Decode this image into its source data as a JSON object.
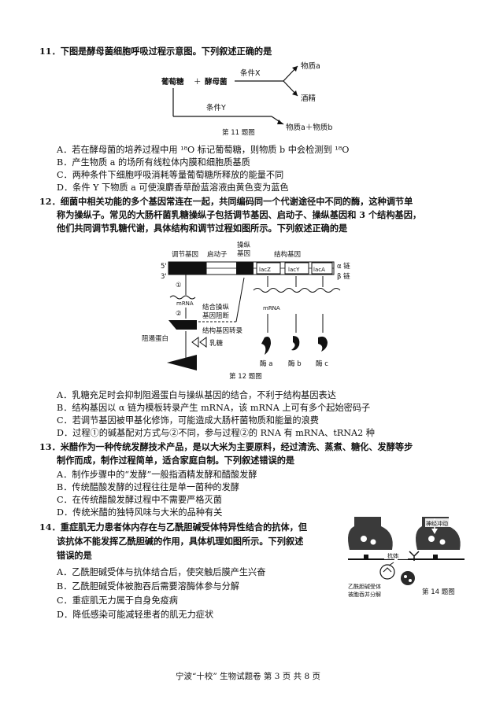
{
  "q11": {
    "stem": "11．下图是酵母菌细胞呼吸过程示意图。下列叙述正确的是",
    "figure": {
      "glucose": "葡萄糖",
      "plus": "＋",
      "yeast": "酵母菌",
      "condX": "条件X",
      "condY": "条件Y",
      "substA": "物质a",
      "alcohol": "酒精",
      "productsY": "物质a＋物质b",
      "caption": "第 11 题图"
    },
    "options": [
      "A．若在酵母菌的培养过程中用 ¹⁸O 标记葡萄糖，则物质 b 中会检测到 ¹⁸O",
      "B．产生物质 a 的场所有线粒体内膜和细胞质基质",
      "C．两种条件下细胞呼吸消耗等量葡萄糖所释放的能量不同",
      "D．条件 Y 下物质 a 可使溴麝香草酚蓝溶液由黄色变为蓝色"
    ]
  },
  "q12": {
    "stem_lines": [
      "12．细菌中相关功能的多个基因常连在一起，共同编码同一个代谢途径中不同的酶，这种调节单",
      "称为操纵子。常见的大肠杆菌乳糖操纵子包括调节基因、启动子、操纵基因和 3 个结构基因，",
      "他们共同调节乳糖代谢，具体结构和调节过程如图所示。下列叙述正确的是"
    ],
    "figure": {
      "regulator": "调节基因",
      "promoter": "启动子",
      "operator_l1": "操纵",
      "operator_l2": "基因",
      "structural": "结构基因",
      "five": "5'",
      "three": "3'",
      "alpha": "α 链",
      "beta": "β 链",
      "lacZ": "lacZ",
      "lacY": "lacY",
      "lacA": "lacA",
      "circle1": "①",
      "circle2": "②",
      "mrna": "mRNA",
      "bind_l1": "结合操纵",
      "bind_l2": "基因阻断",
      "transcribe": "结构基因转录",
      "repressor": "阻遏蛋白",
      "lactose": "乳糖",
      "mrna_right": "mRNA",
      "enzA": "酶 a",
      "enzB": "酶 b",
      "enzC": "酶 c",
      "caption": "第 12 题图"
    },
    "options": [
      "A．乳糖充足时会抑制阻遏蛋白与操纵基因的结合，不利于结构基因表达",
      "B．结构基因以 α 链为模板转录产生 mRNA，该 mRNA 上可有多个起始密码子",
      "C．若调节基因被甲基化修饰，可能造成大肠杆菌物质和能量的浪费",
      "D．过程①的碱基配对方式与②不同，参与过程②的 RNA 有 mRNA、tRNA2 种"
    ]
  },
  "q13": {
    "stem_lines": [
      "13．米醋作为一种传统发酵技术产品，是以大米为主要原料，经过清洗、蒸煮、糖化、发酵等步",
      "制作而成，制作过程简单，适合家庭自制。下列叙述错误的是"
    ],
    "options": [
      "A．制作步骤中的“发酵”一般指酒精发酵和醋酸发酵",
      "B．传统醋酸发酵的过程往往是单一菌种的发酵",
      "C．在传统醋酸发酵过程中不需要严格灭菌",
      "D．传统米醋的独特风味与大米的品种有关"
    ]
  },
  "q14": {
    "stem_lines": [
      "14．重症肌无力患者体内存在与乙酰胆碱受体特异性结合的抗体，但",
      "该抗体不能发挥乙酰胆碱的作用，具体机理如图所示。下列叙述",
      "错误的是"
    ],
    "figure": {
      "impulse": "神经冲动",
      "antibody": "抗体",
      "receptor_l1": "乙酰胆碱受体",
      "receptor_l2": "被胞吞并分解",
      "caption": "第 14 题图"
    },
    "options": [
      "A．乙酰胆碱受体与抗体结合后，使突触后膜产生兴奋",
      "B．乙酰胆碱受体被胞吞后需要溶酶体参与分解",
      "C．重症肌无力属于自身免疫病",
      "D．降低感染可能减轻患者的肌无力症状"
    ]
  },
  "footer": "宁波“十校” 生物试题卷 第 3 页 共 8 页"
}
